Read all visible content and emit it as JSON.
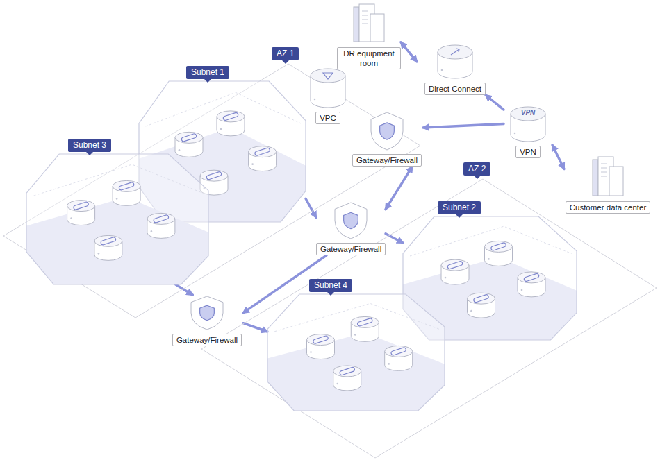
{
  "diagram": {
    "nodes": [
      {
        "text": [
          "DR equipment room"
        ]
      },
      {
        "text": [
          "AZ 1"
        ]
      },
      {
        "text": [
          "Subnet 1"
        ],
        "in": 1
      },
      {
        "text": [
          "VPC"
        ],
        "in": 1
      },
      {
        "text": [
          "Direct Connect"
        ]
      },
      {
        "text": [
          "Gateway/Firewall"
        ]
      },
      {
        "text": [
          "VPN"
        ]
      },
      {
        "text": [
          "Subnet 3"
        ],
        "in": 1
      },
      {
        "text": [
          "AZ 2"
        ]
      },
      {
        "text": [
          "Subnet 2"
        ],
        "in": 8
      },
      {
        "text": [
          "Gateway/Firewall"
        ]
      },
      {
        "text": [
          "Customer data center"
        ]
      },
      {
        "text": [
          "Subnet 4"
        ],
        "in": 8
      },
      {
        "text": [
          "Gateway/Firewall"
        ]
      }
    ],
    "edges": [
      {
        "from": 0,
        "to": 4,
        "arrow": "both"
      },
      {
        "from": 6,
        "to": 4,
        "arrow": "to"
      },
      {
        "from": 6,
        "to": 5,
        "arrow": "to"
      },
      {
        "from": 6,
        "to": 11,
        "arrow": "both"
      },
      {
        "from": 5,
        "to": 10,
        "arrow": "both"
      },
      {
        "from": 2,
        "to": 10,
        "arrow": "to"
      },
      {
        "from": 10,
        "to": 9,
        "arrow": "to"
      },
      {
        "from": 10,
        "to": 13,
        "arrow": "to"
      },
      {
        "from": 7,
        "to": 13,
        "arrow": "to"
      },
      {
        "from": 13,
        "to": 12,
        "arrow": "to"
      }
    ],
    "labels": [
      "VPN"
    ]
  }
}
